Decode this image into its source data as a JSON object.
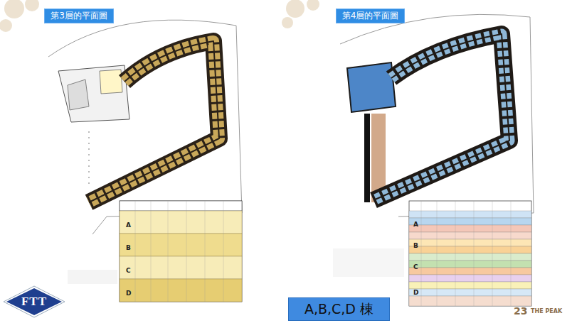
{
  "diagram": {
    "nodes": [
      {
        "text": [
          "第3層的平面圖"
        ]
      },
      {
        "text": [
          "第4層的平面圖"
        ]
      },
      {
        "text": [
          "FTT"
        ]
      },
      {
        "text": [
          "A,B,C,D 棟"
        ]
      }
    ],
    "labels": [
      "A",
      "B",
      "C",
      "D",
      "A",
      "B",
      "C",
      "D",
      "23",
      "THE PEAK"
    ]
  }
}
